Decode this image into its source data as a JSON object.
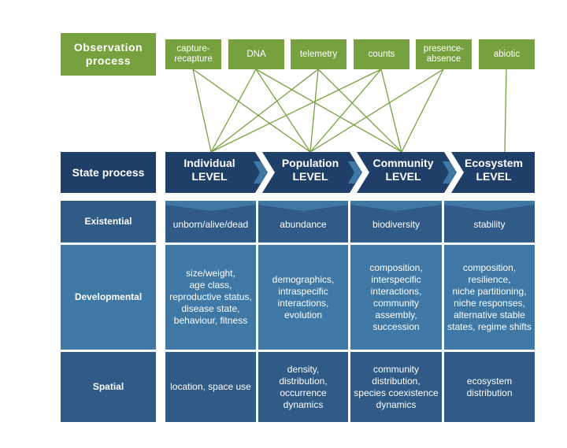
{
  "observation": {
    "title_line1": "Observation",
    "title_line2": "process",
    "methods": [
      {
        "id": "capture",
        "line1": "capture-",
        "line2": "recapture"
      },
      {
        "id": "dna",
        "line1": "DNA",
        "line2": ""
      },
      {
        "id": "telemetry",
        "line1": "telemetry",
        "line2": ""
      },
      {
        "id": "counts",
        "line1": "counts",
        "line2": ""
      },
      {
        "id": "presence",
        "line1": "presence-",
        "line2": "absence"
      },
      {
        "id": "abiotic",
        "line1": "abiotic",
        "line2": ""
      }
    ]
  },
  "state": {
    "label": "State process",
    "levels": [
      {
        "name": "Individual",
        "word": "LEVEL"
      },
      {
        "name": "Population",
        "word": "LEVEL"
      },
      {
        "name": "Community",
        "word": "LEVEL"
      },
      {
        "name": "Ecosystem",
        "word": "LEVEL"
      }
    ]
  },
  "rows": [
    {
      "label": "Existential",
      "cells": [
        "unborn/alive/dead",
        "abundance",
        "biodiversity",
        "stability"
      ]
    },
    {
      "label": "Developmental",
      "cells": [
        "size/weight,\nage class,\nreproductive status,\ndisease state,\nbehaviour, fitness",
        "demographics,\nintraspecific\ninteractions,\nevolution",
        "composition,\ninterspecific\ninteractions,\ncommunity assembly,\nsuccession",
        "composition,\nresilience,\nniche partitioning,\nniche responses,\nalternative stable\nstates, regime shifts"
      ]
    },
    {
      "label": "Spatial",
      "cells": [
        "location, space use",
        "density,\ndistribution,\noccurrence\ndynamics",
        "community\ndistribution,\nspecies coexistence\ndynamics",
        "ecosystem\ndistribution"
      ]
    }
  ],
  "links": [
    {
      "from": "capture",
      "to": "Individual"
    },
    {
      "from": "capture",
      "to": "Population"
    },
    {
      "from": "dna",
      "to": "Individual"
    },
    {
      "from": "dna",
      "to": "Population"
    },
    {
      "from": "dna",
      "to": "Community"
    },
    {
      "from": "telemetry",
      "to": "Individual"
    },
    {
      "from": "telemetry",
      "to": "Population"
    },
    {
      "from": "telemetry",
      "to": "Community"
    },
    {
      "from": "counts",
      "to": "Individual"
    },
    {
      "from": "counts",
      "to": "Population"
    },
    {
      "from": "counts",
      "to": "Community"
    },
    {
      "from": "presence",
      "to": "Population"
    },
    {
      "from": "presence",
      "to": "Community"
    },
    {
      "from": "abiotic",
      "to": "Ecosystem"
    }
  ],
  "colors": {
    "green": "#77a13f",
    "navy": "#1f3f69",
    "cell_dark": "#2f5b86",
    "cell_mid": "#3f78a4",
    "line": "#77a13f"
  }
}
